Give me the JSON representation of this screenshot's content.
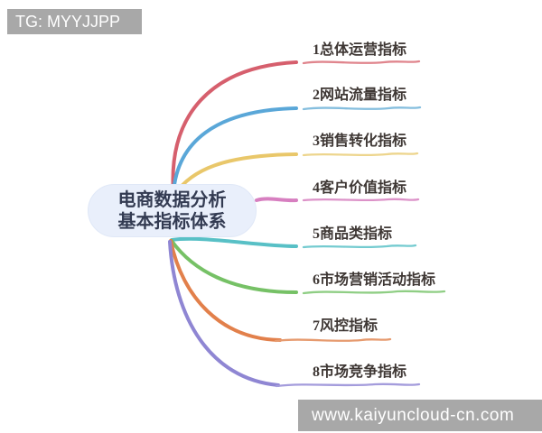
{
  "watermarks": {
    "top_left": "TG: MYYJJPP",
    "bottom_right": "www.kaiyuncloud-cn.com",
    "background_color": "#a8a8a8",
    "text_color": "#ffffff"
  },
  "root_topic": {
    "line1": "电商数据分析",
    "line2": "基本指标体系",
    "fill_color": "#e9effb",
    "text_color": "#333b52"
  },
  "branch_text_color": "#3e3734",
  "branches": [
    {
      "label": "1总体运营指标",
      "color": "#d65f6d",
      "underline_color": "#e0858d"
    },
    {
      "label": "2网站流量指标",
      "color": "#5aa7d8",
      "underline_color": "#85bede"
    },
    {
      "label": "3销售转化指标",
      "color": "#e9c76a",
      "underline_color": "#edd58d"
    },
    {
      "label": "4客户价值指标",
      "color": "#d77fc0",
      "underline_color": "#dc92c8"
    },
    {
      "label": "5商品类指标",
      "color": "#58c0c6",
      "underline_color": "#74cbd0"
    },
    {
      "label": "6市场营销活动指标",
      "color": "#76c166",
      "underline_color": "#8fce84"
    },
    {
      "label": "7风控指标",
      "color": "#e2804b",
      "underline_color": "#e69a6e"
    },
    {
      "label": "8市场竞争指标",
      "color": "#8f86d3",
      "underline_color": "#a49cdc"
    }
  ]
}
